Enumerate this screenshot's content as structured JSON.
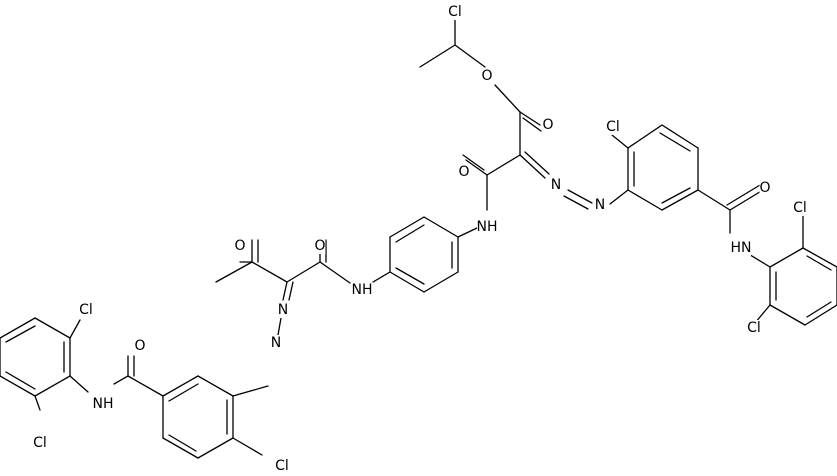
{
  "labels": {
    "cl": "Cl",
    "o": "O",
    "n": "N",
    "nh": "NH",
    "hn": "HN"
  }
}
